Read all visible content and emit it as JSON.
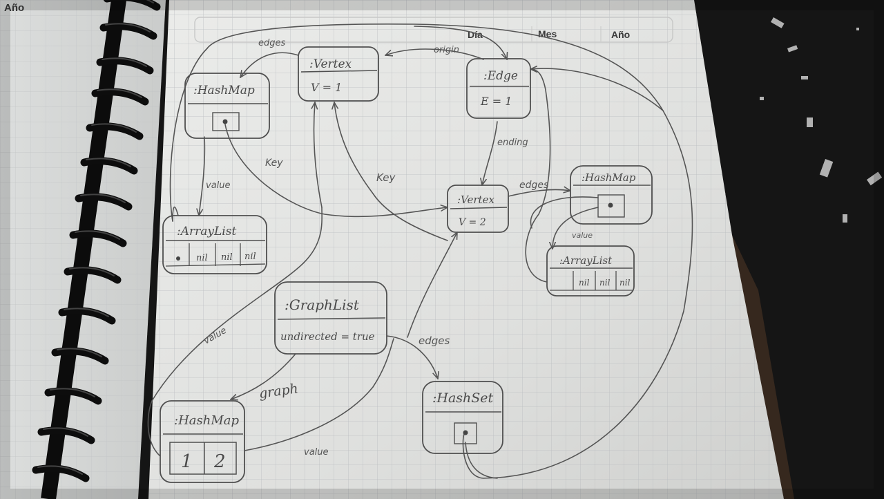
{
  "left_page": {
    "header": "Año"
  },
  "page_header": {
    "day": "Día",
    "month": "Mes",
    "year": "Año"
  },
  "objects": {
    "vertex1": {
      "title": ":Vertex",
      "field": "V = 1"
    },
    "edge": {
      "title": ":Edge",
      "field": "E = 1"
    },
    "hashmap_top_left": {
      "title": ":HashMap"
    },
    "arraylist_left": {
      "title": ":ArrayList",
      "cells": [
        "nil",
        "nil",
        "nil"
      ]
    },
    "vertex2": {
      "title": ":Vertex",
      "field": "V = 2"
    },
    "hashmap_right": {
      "title": ":HashMap"
    },
    "arraylist_right": {
      "title": ":ArrayList",
      "cells": [
        "nil",
        "nil",
        "nil"
      ]
    },
    "graphlist": {
      "title": ":GraphList",
      "field": "undirected = true"
    },
    "hashmap_bottom": {
      "title": ":HashMap",
      "cells": [
        "1",
        "2"
      ]
    },
    "hashset": {
      "title": ":HashSet"
    }
  },
  "edge_labels": {
    "edges_top": "edges",
    "origin": "origin",
    "ending": "ending",
    "key_left": "Key",
    "key_center": "Key",
    "value_left": "value",
    "edges_right": "edges",
    "value_right": "value",
    "value_long": "value",
    "graph": "graph",
    "edges_bottom": "edges",
    "value_bottom": "value"
  }
}
